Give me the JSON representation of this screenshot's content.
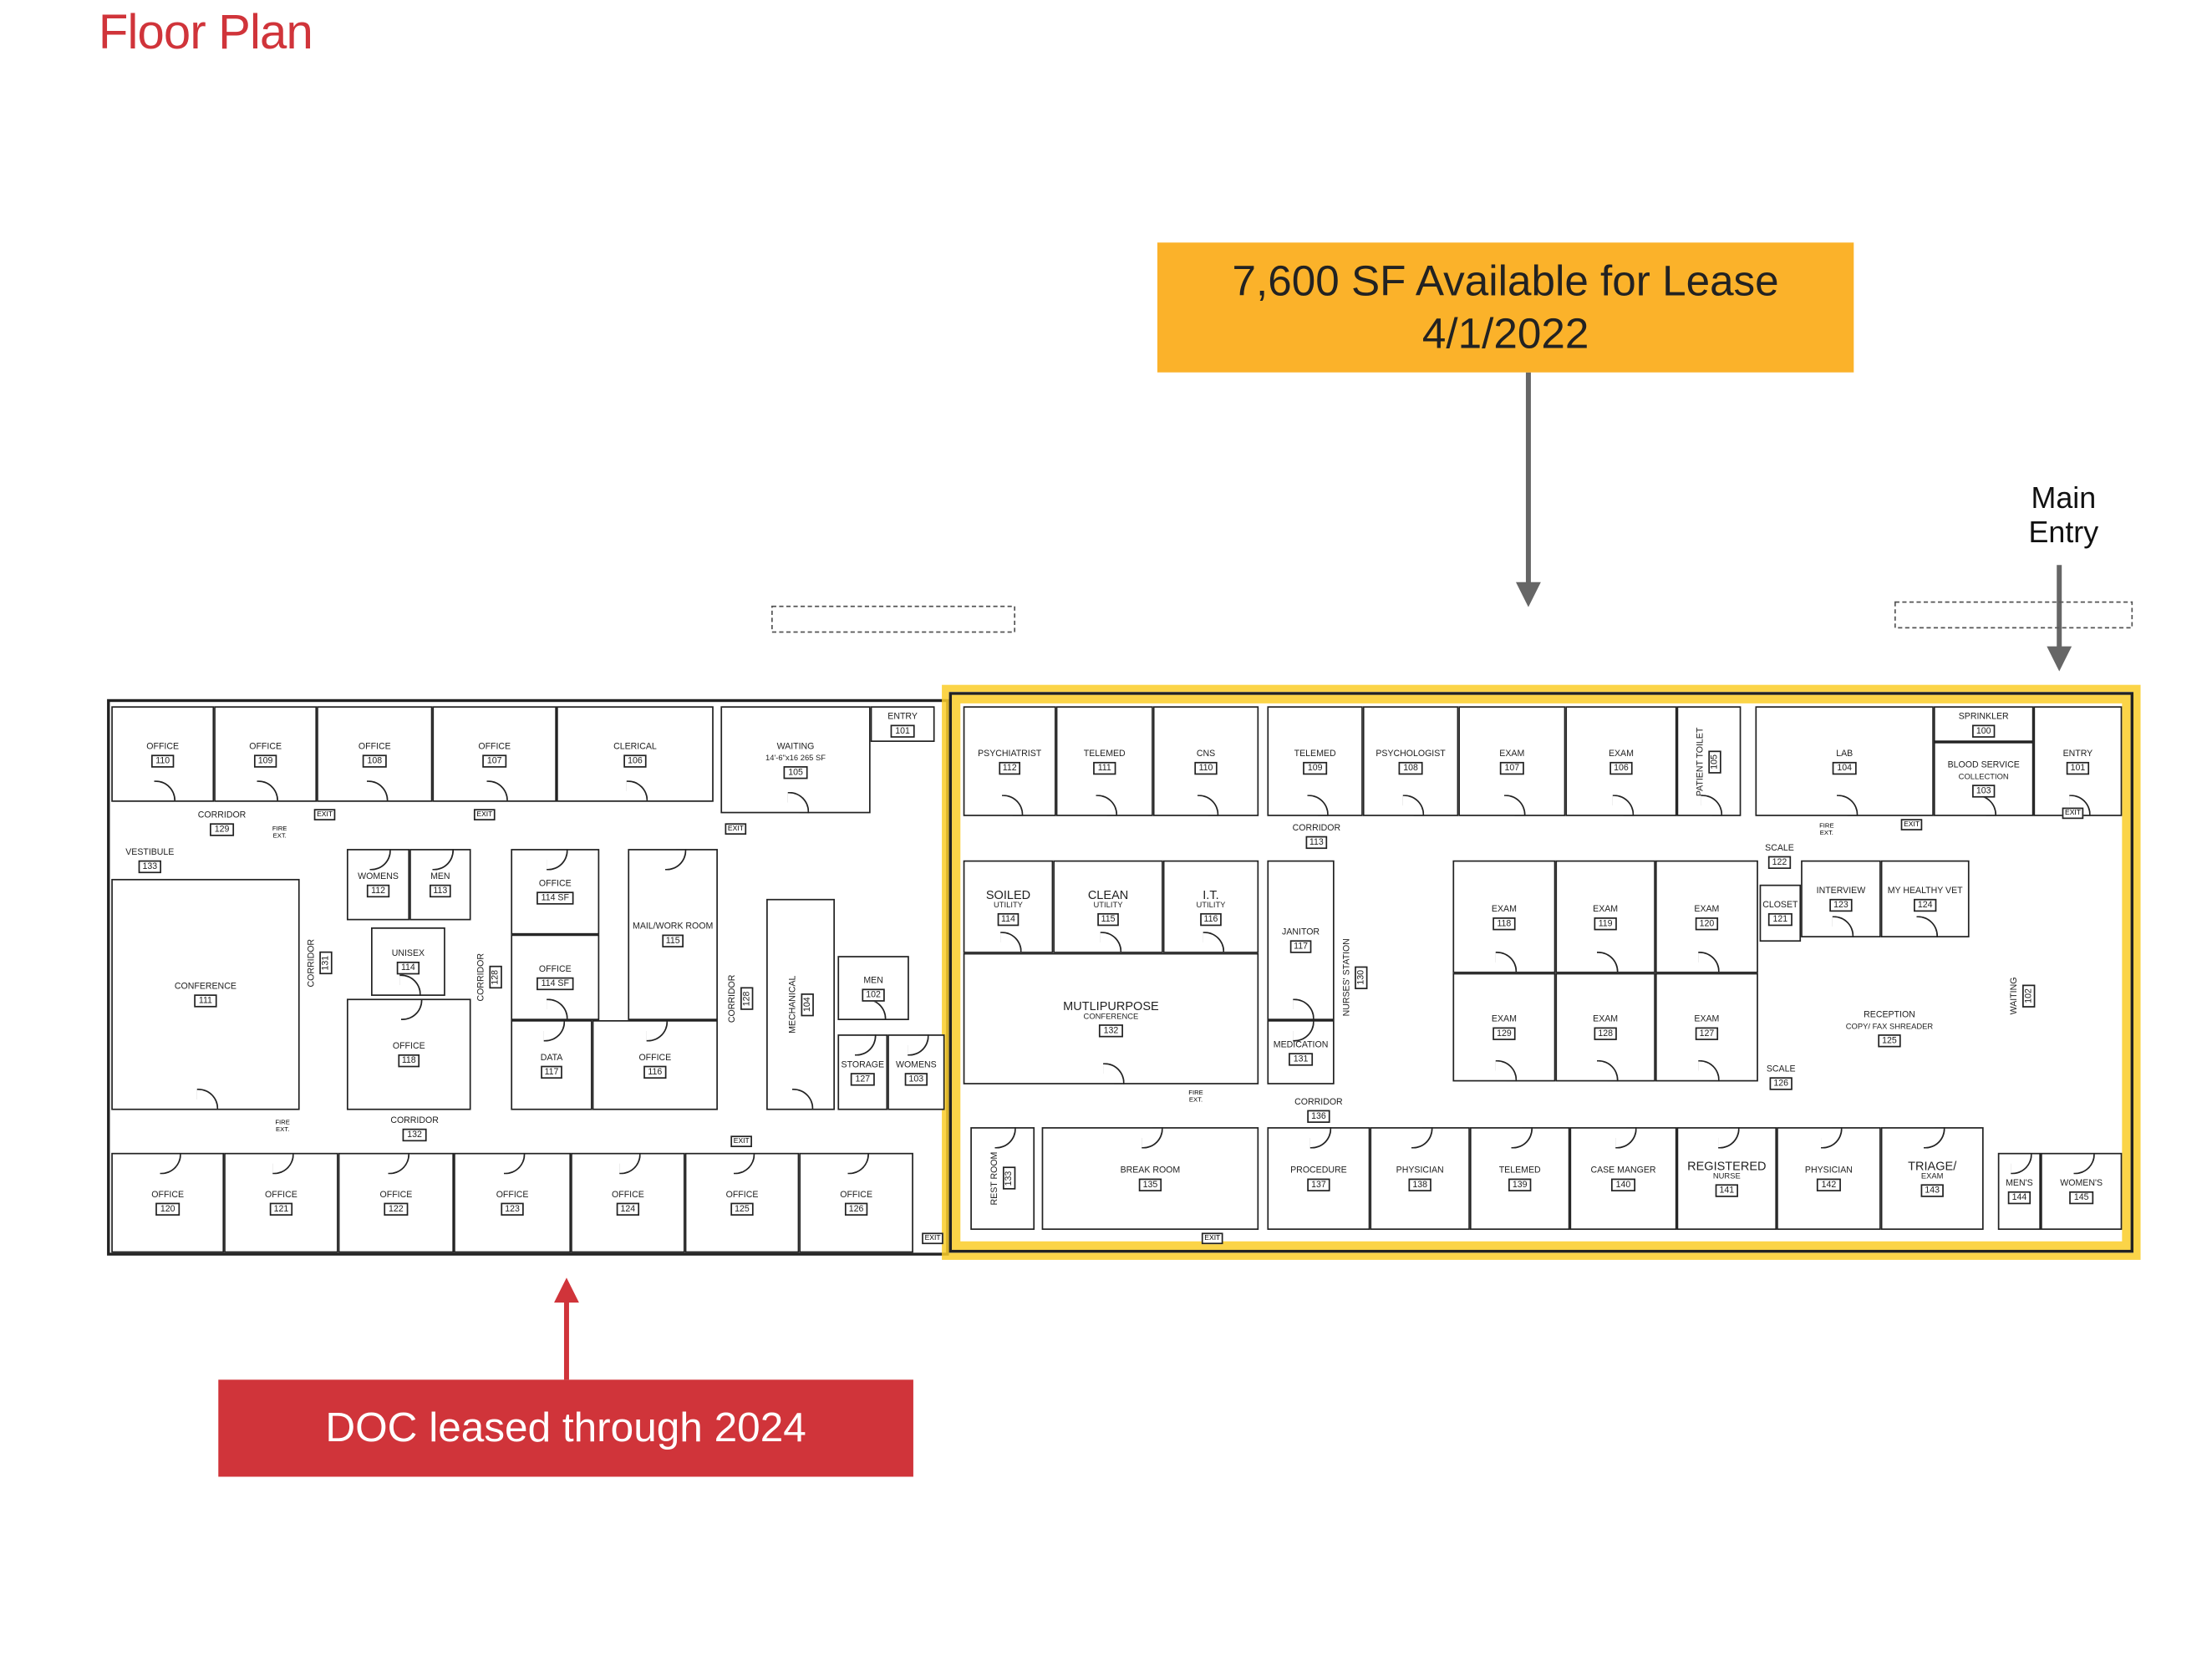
{
  "title": "Floor Plan",
  "lease_callout": {
    "line1": "7,600 SF Available for Lease",
    "line2": "4/1/2022"
  },
  "main_entry": {
    "line1": "Main",
    "line2": "Entry"
  },
  "doc_callout": "DOC leased through 2024",
  "colors": {
    "title": "#d0343a",
    "lease_callout": "#fbb22a",
    "doc_callout": "#d0343a",
    "lease_highlight": "#facc28",
    "arrow": "#666666"
  },
  "signs": {
    "exit": "EXIT",
    "fire_ext": "FIRE EXT."
  },
  "doc_wing": {
    "rooms": [
      {
        "name": "OFFICE",
        "number": "110"
      },
      {
        "name": "OFFICE",
        "number": "109"
      },
      {
        "name": "OFFICE",
        "number": "108"
      },
      {
        "name": "OFFICE",
        "number": "107"
      },
      {
        "name": "CLERICAL",
        "number": "106"
      },
      {
        "name": "CORRIDOR",
        "number": "129"
      },
      {
        "name": "VESTIBULE",
        "number": "133"
      },
      {
        "name": "CONFERENCE",
        "number": "111"
      },
      {
        "name": "CORRIDOR",
        "number": "131"
      },
      {
        "name": "WOMENS",
        "number": "112"
      },
      {
        "name": "MEN",
        "number": "113"
      },
      {
        "name": "UNISEX",
        "number": "114"
      },
      {
        "name": "OFFICE",
        "number": "118"
      },
      {
        "name": "CORRIDOR",
        "number": "128"
      },
      {
        "name": "OFFICE",
        "number": "114 SF"
      },
      {
        "name": "OFFICE",
        "number": "114 SF"
      },
      {
        "name": "MAIL/WORK ROOM",
        "number": "115"
      },
      {
        "name": "DATA",
        "number": "117"
      },
      {
        "name": "OFFICE",
        "number": "116"
      },
      {
        "name": "CORRIDOR",
        "number": "128"
      },
      {
        "name": "MECHANICAL",
        "number": "104"
      },
      {
        "name": "WAITING",
        "number": "105",
        "sub": "14'-6\"x16 265 SF"
      },
      {
        "name": "ENTRY",
        "number": "101"
      },
      {
        "name": "MEN",
        "number": "102"
      },
      {
        "name": "STORAGE",
        "number": "127"
      },
      {
        "name": "WOMENS",
        "number": "103"
      },
      {
        "name": "CORRIDOR",
        "number": "132"
      },
      {
        "name": "OFFICE",
        "number": "120"
      },
      {
        "name": "OFFICE",
        "number": "121"
      },
      {
        "name": "OFFICE",
        "number": "122"
      },
      {
        "name": "OFFICE",
        "number": "123"
      },
      {
        "name": "OFFICE",
        "number": "124"
      },
      {
        "name": "OFFICE",
        "number": "125"
      },
      {
        "name": "OFFICE",
        "number": "126"
      }
    ]
  },
  "lease_wing": {
    "rooms": [
      {
        "name": "PSYCHIATRIST",
        "number": "112"
      },
      {
        "name": "TELEMED",
        "number": "111"
      },
      {
        "name": "CNS",
        "number": "110"
      },
      {
        "name": "TELEMED",
        "number": "109"
      },
      {
        "name": "PSYCHOLOGIST",
        "number": "108"
      },
      {
        "name": "EXAM",
        "number": "107"
      },
      {
        "name": "EXAM",
        "number": "106"
      },
      {
        "name": "PATIENT TOILET",
        "number": "105"
      },
      {
        "name": "LAB",
        "number": "104"
      },
      {
        "name": "SPRINKLER",
        "number": "100"
      },
      {
        "name": "BLOOD SERVICE",
        "number": "103",
        "sub": "COLLECTION"
      },
      {
        "name": "ENTRY",
        "number": "101"
      },
      {
        "name": "CORRIDOR",
        "number": "113"
      },
      {
        "name": "SOILED",
        "number": "114",
        "sub": "UTILITY"
      },
      {
        "name": "CLEAN",
        "number": "115",
        "sub": "UTILITY"
      },
      {
        "name": "I.T.",
        "number": "116",
        "sub": "UTILITY"
      },
      {
        "name": "MUTLIPURPOSE",
        "number": "132",
        "sub": "CONFERENCE"
      },
      {
        "name": "JANITOR",
        "number": "117"
      },
      {
        "name": "MEDICATION",
        "number": "131"
      },
      {
        "name": "NURSES' STATION",
        "number": "130"
      },
      {
        "name": "EXAM",
        "number": "118"
      },
      {
        "name": "EXAM",
        "number": "119"
      },
      {
        "name": "EXAM",
        "number": "120"
      },
      {
        "name": "EXAM",
        "number": "129"
      },
      {
        "name": "EXAM",
        "number": "128"
      },
      {
        "name": "EXAM",
        "number": "127"
      },
      {
        "name": "SCALE",
        "number": "122"
      },
      {
        "name": "CLOSET",
        "number": "121"
      },
      {
        "name": "INTERVIEW",
        "number": "123"
      },
      {
        "name": "MY HEALTHY VET",
        "number": "124"
      },
      {
        "name": "RECEPTION",
        "number": "125",
        "sub": "COPY/ FAX SHREADER"
      },
      {
        "name": "SCALE",
        "number": "126"
      },
      {
        "name": "WAITING",
        "number": "102"
      },
      {
        "name": "CORRIDOR",
        "number": "136"
      },
      {
        "name": "REST ROOM",
        "number": "133"
      },
      {
        "name": "BREAK ROOM",
        "number": "135"
      },
      {
        "name": "PROCEDURE",
        "number": "137"
      },
      {
        "name": "PHYSICIAN",
        "number": "138"
      },
      {
        "name": "TELEMED",
        "number": "139"
      },
      {
        "name": "CASE MANGER",
        "number": "140"
      },
      {
        "name": "REGISTERED",
        "number": "141",
        "sub": "NURSE"
      },
      {
        "name": "PHYSICIAN",
        "number": "142"
      },
      {
        "name": "TRIAGE/",
        "number": "143",
        "sub": "EXAM"
      },
      {
        "name": "MEN'S",
        "number": "144"
      },
      {
        "name": "WOMEN'S",
        "number": "145"
      }
    ]
  }
}
